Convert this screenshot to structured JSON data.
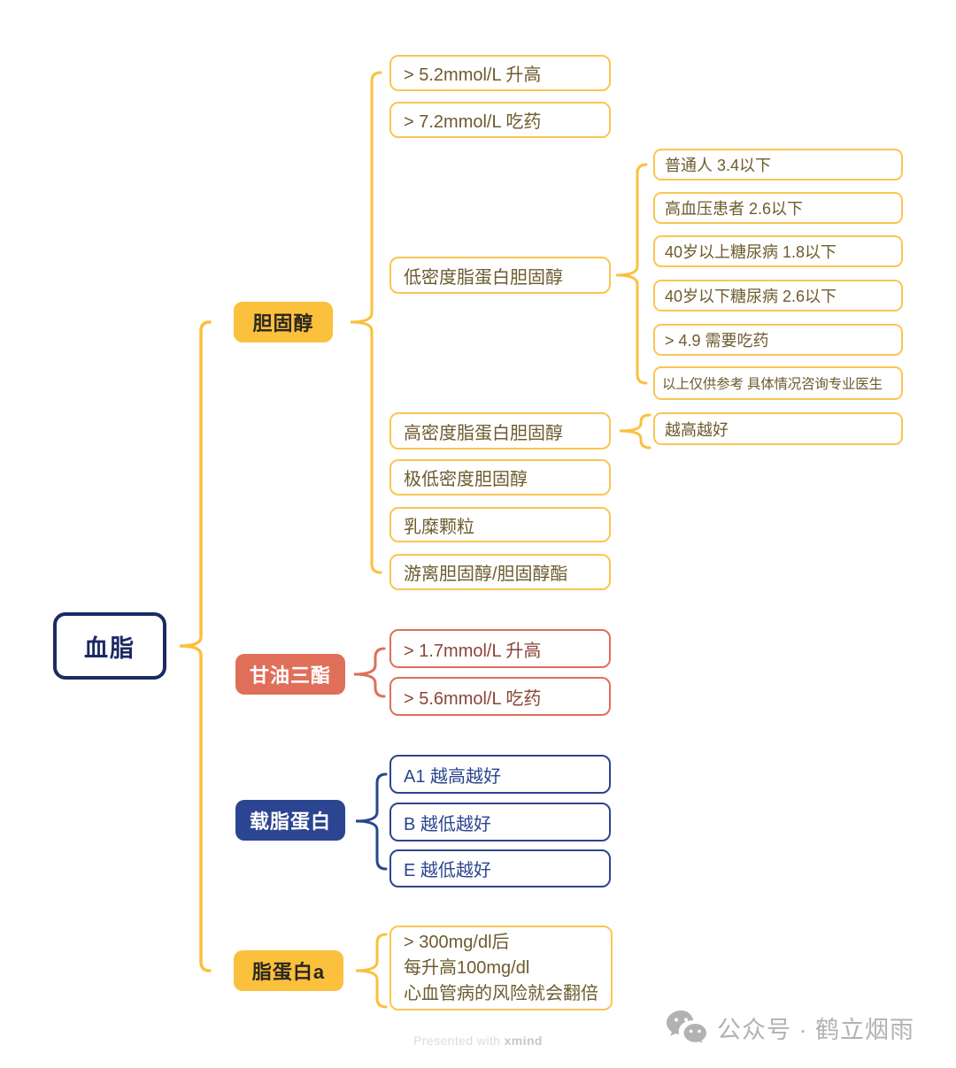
{
  "colors": {
    "yellow": "#FBC03C",
    "yellow_border": "#FBC553",
    "yellow_text": "#6E5B2E",
    "salmon": "#E06F5A",
    "salmon_text": "#8B4538",
    "navy": "#2B4590",
    "root_navy": "#1C2A63",
    "dark_text": "#2B2722",
    "watermark_gray": "#B2B2B2",
    "footer_gray": "#DCDCDC",
    "footer_bold_gray": "#C8C8C8"
  },
  "mindmap": {
    "root": {
      "label": "血脂"
    },
    "branches": [
      {
        "label": "胆固醇",
        "theme": "yellow",
        "children": [
          {
            "label": "> 5.2mmol/L 升高"
          },
          {
            "label": "> 7.2mmol/L 吃药"
          },
          {
            "label": "低密度脂蛋白胆固醇",
            "children": [
              {
                "label": "普通人 3.4以下"
              },
              {
                "label": "高血压患者 2.6以下"
              },
              {
                "label": "40岁以上糖尿病 1.8以下"
              },
              {
                "label": "40岁以下糖尿病 2.6以下"
              },
              {
                "label": "> 4.9 需要吃药"
              },
              {
                "label": "以上仅供参考 具体情况咨询专业医生"
              }
            ]
          },
          {
            "label": "高密度脂蛋白胆固醇",
            "children": [
              {
                "label": "越高越好"
              }
            ]
          },
          {
            "label": "极低密度胆固醇"
          },
          {
            "label": "乳糜颗粒"
          },
          {
            "label": "游离胆固醇/胆固醇酯"
          }
        ]
      },
      {
        "label": "甘油三酯",
        "theme": "salmon",
        "children": [
          {
            "label": "> 1.7mmol/L 升高"
          },
          {
            "label": "> 5.6mmol/L 吃药"
          }
        ]
      },
      {
        "label": "载脂蛋白",
        "theme": "navy",
        "children": [
          {
            "label": "A1 越高越好"
          },
          {
            "label": "B 越低越好"
          },
          {
            "label": "E 越低越好"
          }
        ]
      },
      {
        "label": "脂蛋白a",
        "theme": "yellow",
        "children": [
          {
            "lines": [
              "> 300mg/dl后",
              "每升高100mg/dl",
              "心血管病的风险就会翻倍"
            ]
          }
        ]
      }
    ]
  },
  "footer": {
    "presented_prefix": "Presented with ",
    "presented_brand": "xmind"
  },
  "watermark": {
    "icon": "wechat-icon",
    "text": "公众号 · 鹤立烟雨"
  }
}
